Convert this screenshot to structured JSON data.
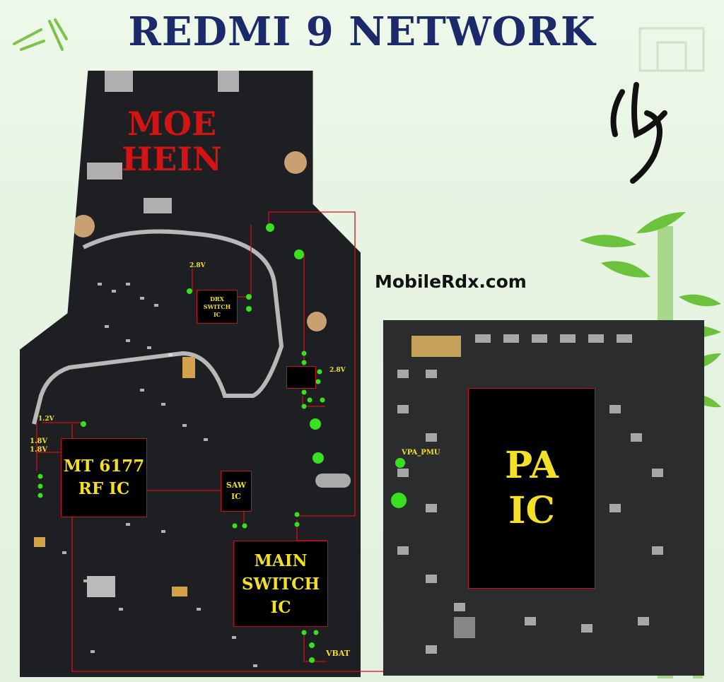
{
  "title": "REDMI 9 NETWORK",
  "watermark": "MOE\nHEIN",
  "site": "MobileRdx.com",
  "colors": {
    "title": "#1b2a6b",
    "chip_text": "#f3df26",
    "line": "#d11111",
    "test_point": "#39e01f",
    "watermark": "#d21414"
  },
  "chips": {
    "drx": "DRX\nSWITCH\nIC",
    "rf": "MT 6177\nRF IC",
    "saw": "SAW\nIC",
    "main_switch": "MAIN\nSWITCH\nIC",
    "pa": "PA\nIC"
  },
  "labels": {
    "v28_drx": "2.8V",
    "v28_right": "2.8V",
    "v12": "1.2V",
    "v18a": "1.8V",
    "v18b": "1.8V",
    "vbat": "VBAT",
    "vpa": "VPA_PMU"
  }
}
